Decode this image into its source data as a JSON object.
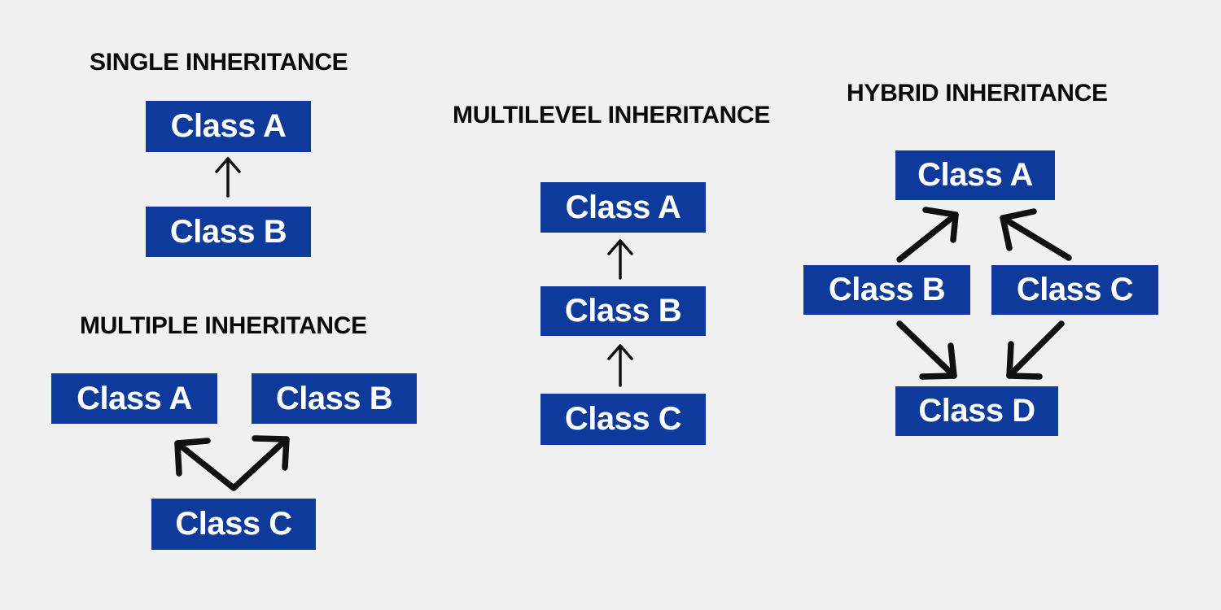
{
  "palette": {
    "background": "#f0f0f1",
    "box_fill": "#0e3a9b",
    "box_text": "#ffffff",
    "title_text": "#0a0a0a",
    "arrow": "#111111"
  },
  "sections": {
    "single": {
      "title": "SINGLE INHERITANCE",
      "class_a": "Class A",
      "class_b": "Class B"
    },
    "multiple": {
      "title": "MULTIPLE INHERITANCE",
      "class_a": "Class A",
      "class_b": "Class B",
      "class_c": "Class C"
    },
    "multilevel": {
      "title": "MULTILEVEL INHERITANCE",
      "class_a": "Class A",
      "class_b": "Class B",
      "class_c": "Class C"
    },
    "hybrid": {
      "title": "HYBRID INHERITANCE",
      "class_a": "Class A",
      "class_b": "Class B",
      "class_c": "Class C",
      "class_d": "Class D"
    }
  }
}
